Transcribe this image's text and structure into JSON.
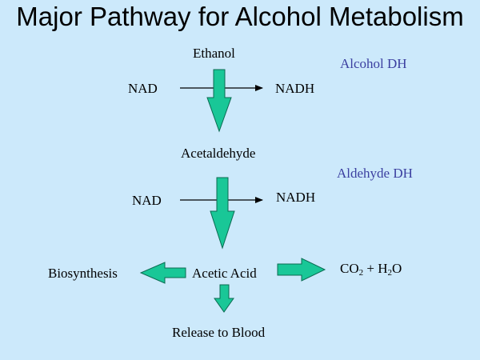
{
  "title": "Major Pathway for Alcohol Metabolism",
  "colors": {
    "background": "#cce9fb",
    "arrow_fill": "#19c797",
    "arrow_stroke": "#0b6b52",
    "enzyme_text": "#3b3fa0"
  },
  "nodes": {
    "ethanol": "Ethanol",
    "acetaldehyde": "Acetaldehyde",
    "acetic_acid": "Acetic Acid",
    "biosynthesis": "Biosynthesis",
    "release": "Release to Blood",
    "co2_h2o": {
      "co": "CO",
      "co_sub": "2",
      "plus_h": " + H",
      "h_sub": "2",
      "o": "O"
    }
  },
  "enzymes": {
    "alcohol_dh": "Alcohol DH",
    "aldehyde_dh": "Aldehyde DH"
  },
  "cofactors": {
    "step1_in": "NAD",
    "step1_out": "NADH",
    "step2_in": "NAD",
    "step2_out": "NADH"
  }
}
